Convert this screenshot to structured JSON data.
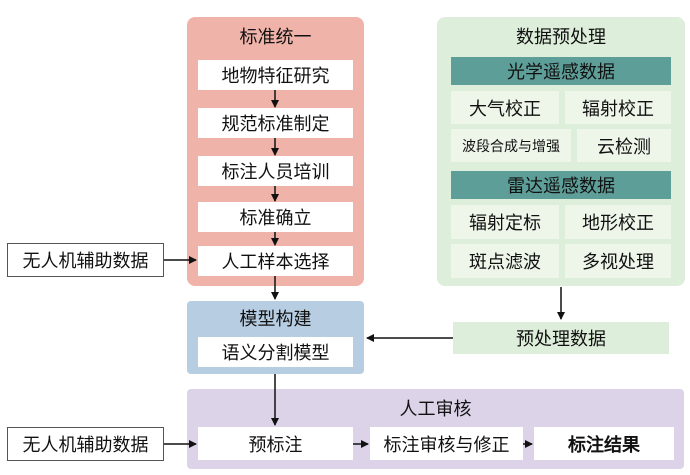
{
  "standard": {
    "title": "标准统一",
    "steps": [
      "地物特征研究",
      "规范标准制定",
      "标注人员培训",
      "标准确立",
      "人工样本选择"
    ]
  },
  "preprocess": {
    "title": "数据预处理",
    "optical": {
      "title": "光学遥感数据",
      "items": [
        "大气校正",
        "辐射校正",
        "波段合成与增强",
        "云检测"
      ]
    },
    "radar": {
      "title": "雷达遥感数据",
      "items": [
        "辐射定标",
        "地形校正",
        "斑点滤波",
        "多视处理"
      ]
    },
    "output": "预处理数据"
  },
  "model": {
    "title": "模型构建",
    "item": "语义分割模型"
  },
  "review": {
    "title": "人工审核",
    "steps": [
      "预标注",
      "标注审核与修正",
      "标注结果"
    ]
  },
  "uav_label_top": "无人机辅助数据",
  "uav_label_bottom": "无人机辅助数据",
  "colors": {
    "standard_bg": "#efb3a9",
    "preprocess_bg": "#ddeeda",
    "teal": "#5e9e98",
    "model_bg": "#b7cde2",
    "review_bg": "#ddd3e8"
  }
}
